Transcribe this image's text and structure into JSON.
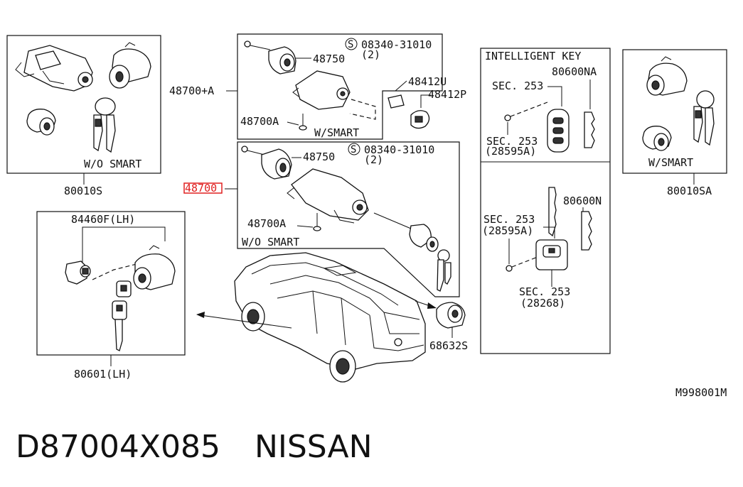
{
  "labels": {
    "top_left_code": "80010S",
    "top_left_note": "W/O SMART",
    "center_plus_a": "48700+A",
    "screw_spec_1": "08340-31010",
    "screw_qty_1": "(2)",
    "cyl_1": "48750",
    "part_48412u": "48412U",
    "part_48412p": "48412P",
    "part_48700a_1": "48700A",
    "with_smart": "W/SMART",
    "screw_spec_2": "08340-31010",
    "screw_qty_2": "(2)",
    "cyl_2": "48750",
    "highlight_48700": "48700",
    "part_48700a_2": "48700A",
    "center_note": "W/O SMART",
    "lh_top": "84460F(LH)",
    "lh_bottom": "80601(LH)",
    "back_door": "68632S",
    "ikey_title": "INTELLIGENT KEY",
    "ikey_80600na": "80600NA",
    "sec_253_a": "SEC. 253",
    "sec_253_b": "SEC. 253",
    "sec_253_b_ref": "(28595A)",
    "part_80600n": "80600N",
    "sec_253_c": "SEC. 253",
    "sec_253_c_ref": "(28595A)",
    "sec_253_d": "SEC. 253",
    "sec_253_d_ref": "(28268)",
    "right_note": "W/SMART",
    "right_code": "80010SA",
    "figure_code": "M998001M"
  },
  "caption": {
    "part_number": "D87004X085",
    "brand": "NISSAN"
  },
  "colors": {
    "highlight": "#e02020",
    "line": "#111111"
  }
}
